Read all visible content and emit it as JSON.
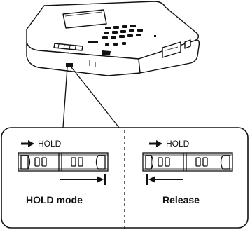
{
  "panels": [
    {
      "indicator": "HOLD",
      "caption": "HOLD mode",
      "slide_direction": "right",
      "switch_state": "hold"
    },
    {
      "indicator": "HOLD",
      "caption": "Release",
      "slide_direction": "left",
      "switch_state": "release"
    }
  ],
  "colors": {
    "ink": "#111111",
    "background": "#ffffff"
  },
  "icons": [
    "arrow-right-icon",
    "arrow-left-icon"
  ]
}
